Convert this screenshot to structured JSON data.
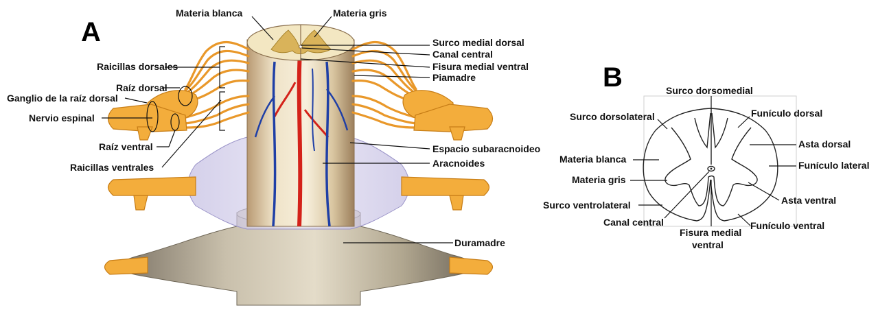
{
  "panel_a": {
    "letter": "A",
    "labels": {
      "materia_blanca": "Materia blanca",
      "materia_gris": "Materia gris",
      "surco_medial_dorsal": "Surco medial dorsal",
      "canal_central": "Canal central",
      "fisura_medial_ventral": "Fisura medial ventral",
      "piamadre": "Piamadre",
      "raicillas_dorsales": "Raicillas dorsales",
      "raiz_dorsal": "Raíz dorsal",
      "ganglio_raiz_dorsal": "Ganglio de la raíz dorsal",
      "nervio_espinal": "Nervio espinal",
      "raiz_ventral": "Raíz ventral",
      "raicillas_ventrales": "Raicillas ventrales",
      "espacio_subaracnoideo": "Espacio subaracnoideo",
      "aracnoides": "Aracnoides",
      "duramadre": "Duramadre"
    }
  },
  "panel_b": {
    "letter": "B",
    "labels": {
      "surco_dorsomedial": "Surco dorsomedial",
      "surco_dorsolateral": "Surco dorsolateral",
      "funiculo_dorsal": "Funículo dorsal",
      "asta_dorsal": "Asta dorsal",
      "materia_blanca": "Materia blanca",
      "funiculo_lateral": "Funículo lateral",
      "materia_gris": "Materia gris",
      "surco_ventrolateral": "Surco ventrolateral",
      "asta_ventral": "Asta ventral",
      "canal_central": "Canal central",
      "funiculo_ventral": "Funículo ventral",
      "fisura_medial_line1": "Fisura medial",
      "fisura_medial_line2": "ventral"
    }
  },
  "colors": {
    "nerve": "#f3ad3c",
    "white_matter": "#f3e7c2",
    "grey_matter": "#d9b35a",
    "artery": "#d4221a",
    "vein": "#1f3fa6",
    "arachnoid": "#c9c3e6",
    "dura": "#a89f8c"
  }
}
